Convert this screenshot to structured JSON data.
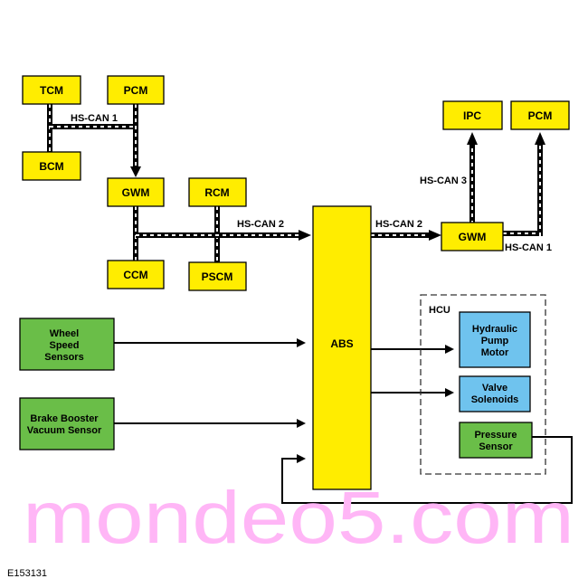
{
  "colors": {
    "module": "#ffed00",
    "sensor": "#6abe48",
    "actuator": "#6fc3ee",
    "outline": "#000000",
    "watermark": "#ffb6f6"
  },
  "modules": {
    "tcm": "TCM",
    "pcm_top": "PCM",
    "bcm": "BCM",
    "gwm_left": "GWM",
    "rcm": "RCM",
    "ccm": "CCM",
    "pscm": "PSCM",
    "abs": "ABS",
    "gwm_right": "GWM",
    "ipc": "IPC",
    "pcm_right": "PCM"
  },
  "sensors": {
    "wheel_speed": [
      "Wheel",
      "Speed",
      "Sensors"
    ],
    "brake_booster": [
      "Brake Booster",
      "Vacuum Sensor"
    ]
  },
  "hcu": {
    "label": "HCU",
    "hydraulic_pump": [
      "Hydraulic",
      "Pump",
      "Motor"
    ],
    "valve_solenoids": [
      "Valve",
      "Solenoids"
    ],
    "pressure_sensor": [
      "Pressure",
      "Sensor"
    ]
  },
  "bus_labels": {
    "hs_can1_left": "HS-CAN 1",
    "hs_can2_left": "HS-CAN 2",
    "hs_can2_right": "HS-CAN 2",
    "hs_can3": "HS-CAN 3",
    "hs_can1_right": "HS-CAN 1"
  },
  "watermark": "mondeo5.com",
  "figure_id": "E153131"
}
